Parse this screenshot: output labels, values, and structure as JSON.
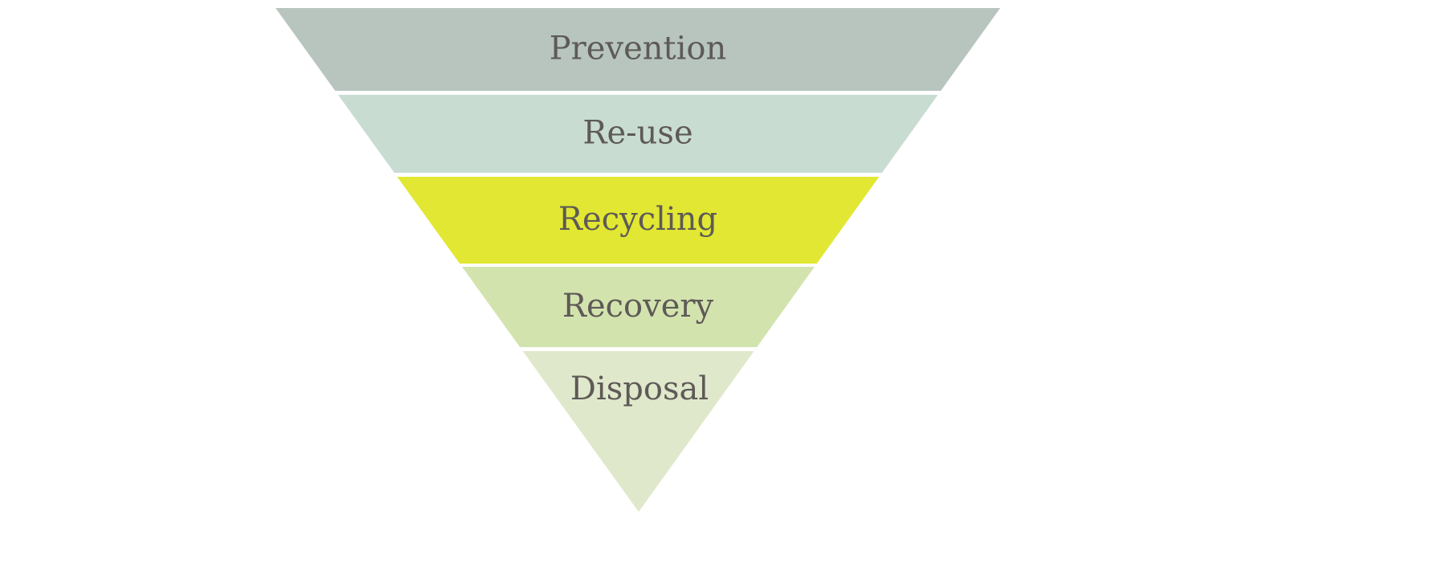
{
  "diagram": {
    "type": "inverted-pyramid",
    "levels": [
      {
        "label": "Prevention",
        "color": "#b7c5be"
      },
      {
        "label": "Re-use",
        "color": "#c8dcd2"
      },
      {
        "label": "Recycling",
        "color": "#e2e733"
      },
      {
        "label": "Recovery",
        "color": "#d3e3ae"
      },
      {
        "label": "Disposal",
        "color": "#e0e8cb"
      }
    ],
    "text_color": "#5e5a57"
  }
}
